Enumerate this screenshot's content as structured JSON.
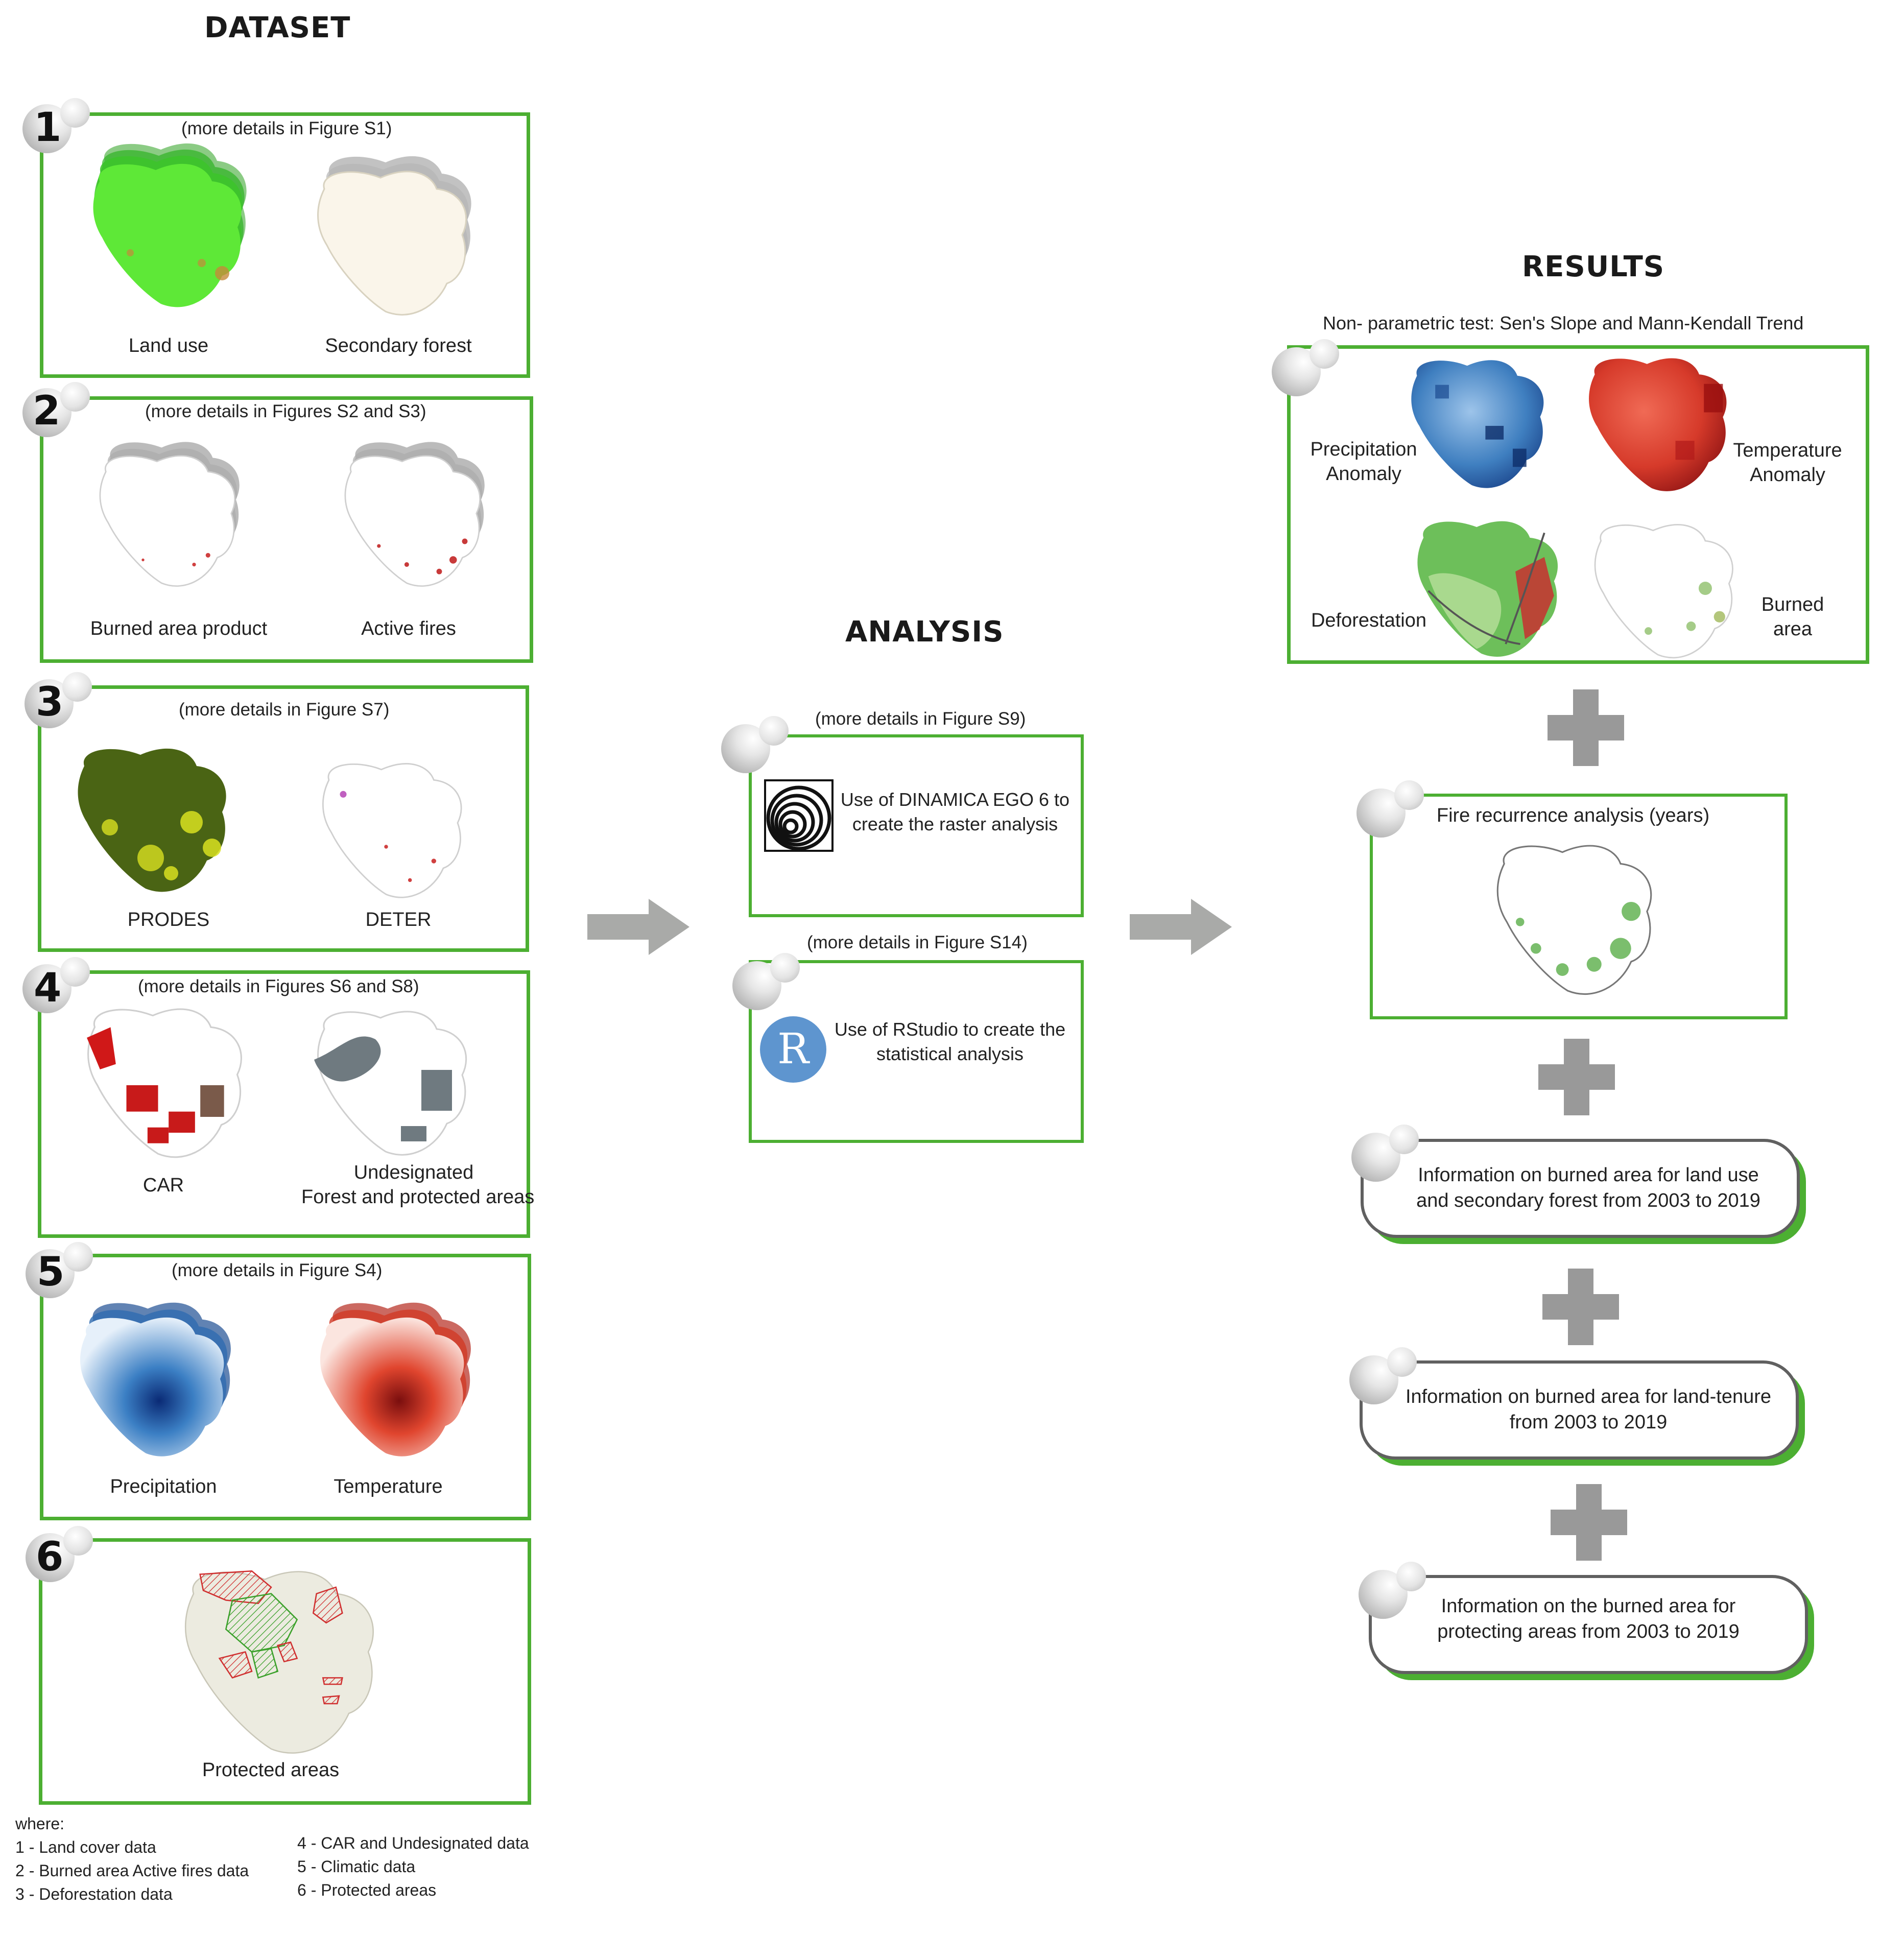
{
  "headings": {
    "dataset": "DATASET",
    "analysis": "ANALYSIS",
    "results": "RESULTS"
  },
  "dataset": {
    "panels": [
      {
        "number": "1",
        "note": "(more details in Figure S1)",
        "labels": [
          "Land use",
          "Secondary forest"
        ]
      },
      {
        "number": "2",
        "note": "(more details in Figures S2 and S3)",
        "labels": [
          "Burned area product",
          "Active fires"
        ]
      },
      {
        "number": "3",
        "note": "(more details in Figure S7)",
        "labels": [
          "PRODES",
          "DETER"
        ]
      },
      {
        "number": "4",
        "note": "(more details in Figures S6 and S8)",
        "labels": [
          "CAR",
          "Undesignated",
          "Forest and protected areas"
        ]
      },
      {
        "number": "5",
        "note": "(more details in Figure S4)",
        "labels": [
          "Precipitation",
          "Temperature"
        ]
      },
      {
        "number": "6",
        "labels": [
          "Protected areas"
        ]
      }
    ]
  },
  "legend": {
    "title": "where:",
    "col1": [
      "1 - Land cover data",
      "2 - Burned area  Active fires data",
      "3 - Deforestation data"
    ],
    "col2": [
      "4 - CAR and Undesignated data",
      "5 - Climatic data",
      "6 - Protected areas"
    ]
  },
  "analysis": {
    "box1": {
      "note": "(more details in Figure S9)",
      "text": [
        "Use of DINAMICA EGO 6 to",
        "create the raster analysis"
      ]
    },
    "box2": {
      "note": "(more details in Figure S14)",
      "text": [
        "Use of RStudio to create the",
        "statistical analysis"
      ],
      "icon_letter": "R"
    }
  },
  "results": {
    "subtitle": "Non- parametric test: Sen's Slope and Mann-Kendall Trend",
    "labels": {
      "precip": [
        "Precipitation",
        "Anomaly"
      ],
      "temp": [
        "Temperature",
        "Anomaly"
      ],
      "deforestation": "Deforestation",
      "burned": [
        "Burned",
        "area"
      ]
    },
    "fire_recurrence": "Fire recurrence analysis (years)",
    "info": [
      [
        "Information on burned area for land use",
        "and secondary forest from 2003 to 2019"
      ],
      [
        "Information on burned area for land-tenure",
        "from 2003 to 2019"
      ],
      [
        "Information on the burned area for",
        "protecting areas from 2003 to 2019"
      ]
    ]
  },
  "colors": {
    "box_border": "#4caf32",
    "arrow": "#a9aaa8",
    "plus": "#999999",
    "pill_border": "#606060"
  }
}
